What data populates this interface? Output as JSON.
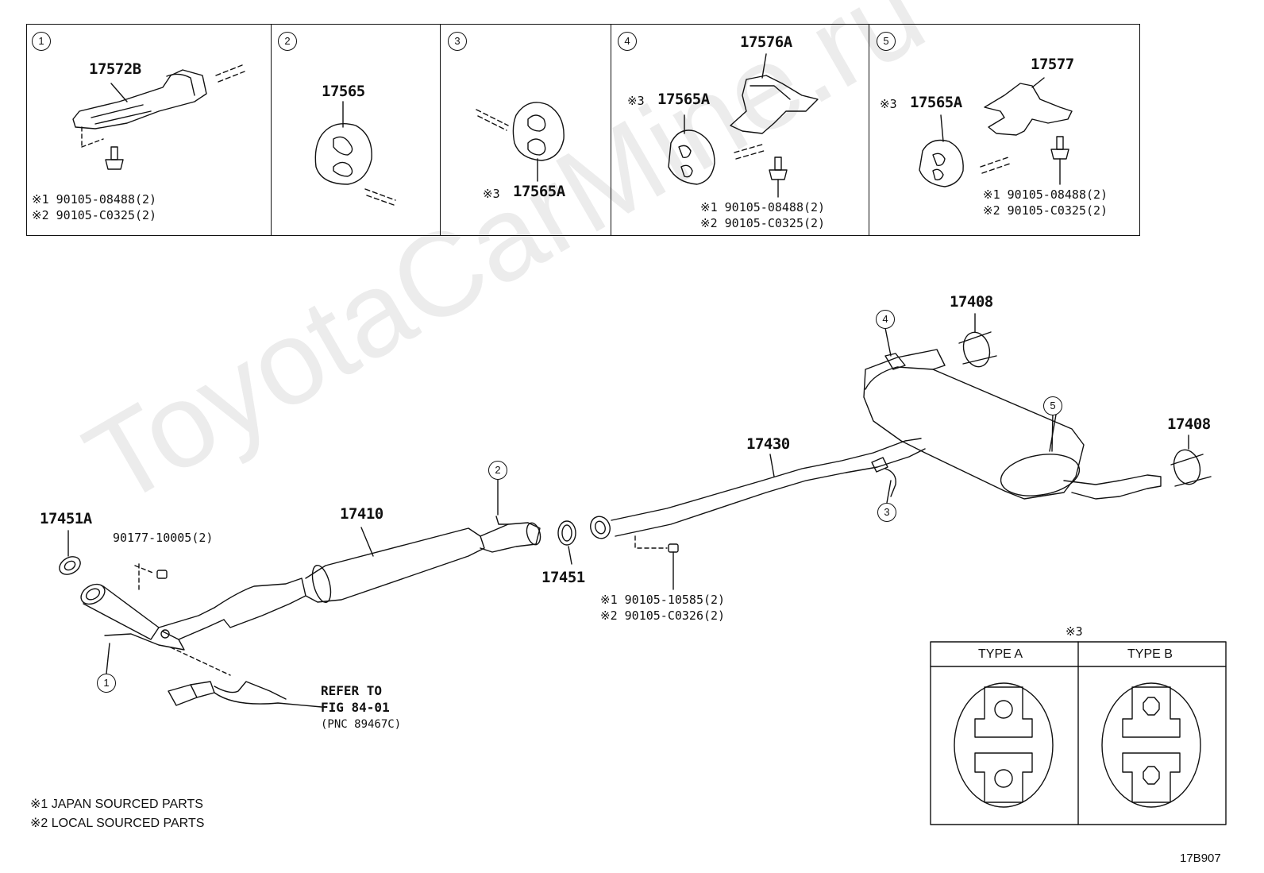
{
  "watermark": "ToyotaCarMine.ru",
  "panels": [
    {
      "num": "1",
      "part": "17572B",
      "bolt1": "※1  90105-08488(2)",
      "bolt2": "※2  90105-C0325(2)"
    },
    {
      "num": "2",
      "part": "17565"
    },
    {
      "num": "3",
      "part_prefix": "※3",
      "part": "17565A"
    },
    {
      "num": "4",
      "part_top": "17576A",
      "part_prefix": "※3",
      "part": "17565A",
      "bolt1": "※1  90105-08488(2)",
      "bolt2": "※2  90105-C0325(2)"
    },
    {
      "num": "5",
      "part_top": "17577",
      "part_prefix": "※3",
      "part": "17565A",
      "bolt1": "※1  90105-08488(2)",
      "bolt2": "※2  90105-C0325(2)"
    }
  ],
  "main": {
    "p17451A": "17451A",
    "nut": "90177-10005(2)",
    "p17410": "17410",
    "p17451": "17451",
    "p17430": "17430",
    "p17408a": "17408",
    "p17408b": "17408",
    "bolt1": "※1  90105-10585(2)",
    "bolt2": "※2  90105-C0326(2)",
    "refer1": "REFER TO",
    "refer2": "FIG 84-01",
    "refer3": "(PNC 89467C)",
    "callouts": [
      "1",
      "2",
      "3",
      "4",
      "5"
    ]
  },
  "type_table": {
    "mark": "※3",
    "type_a": "TYPE A",
    "type_b": "TYPE B"
  },
  "notes": {
    "n1": "※1 JAPAN SOURCED PARTS",
    "n2": "※2 LOCAL SOURCED PARTS"
  },
  "fig_code": "17B907"
}
